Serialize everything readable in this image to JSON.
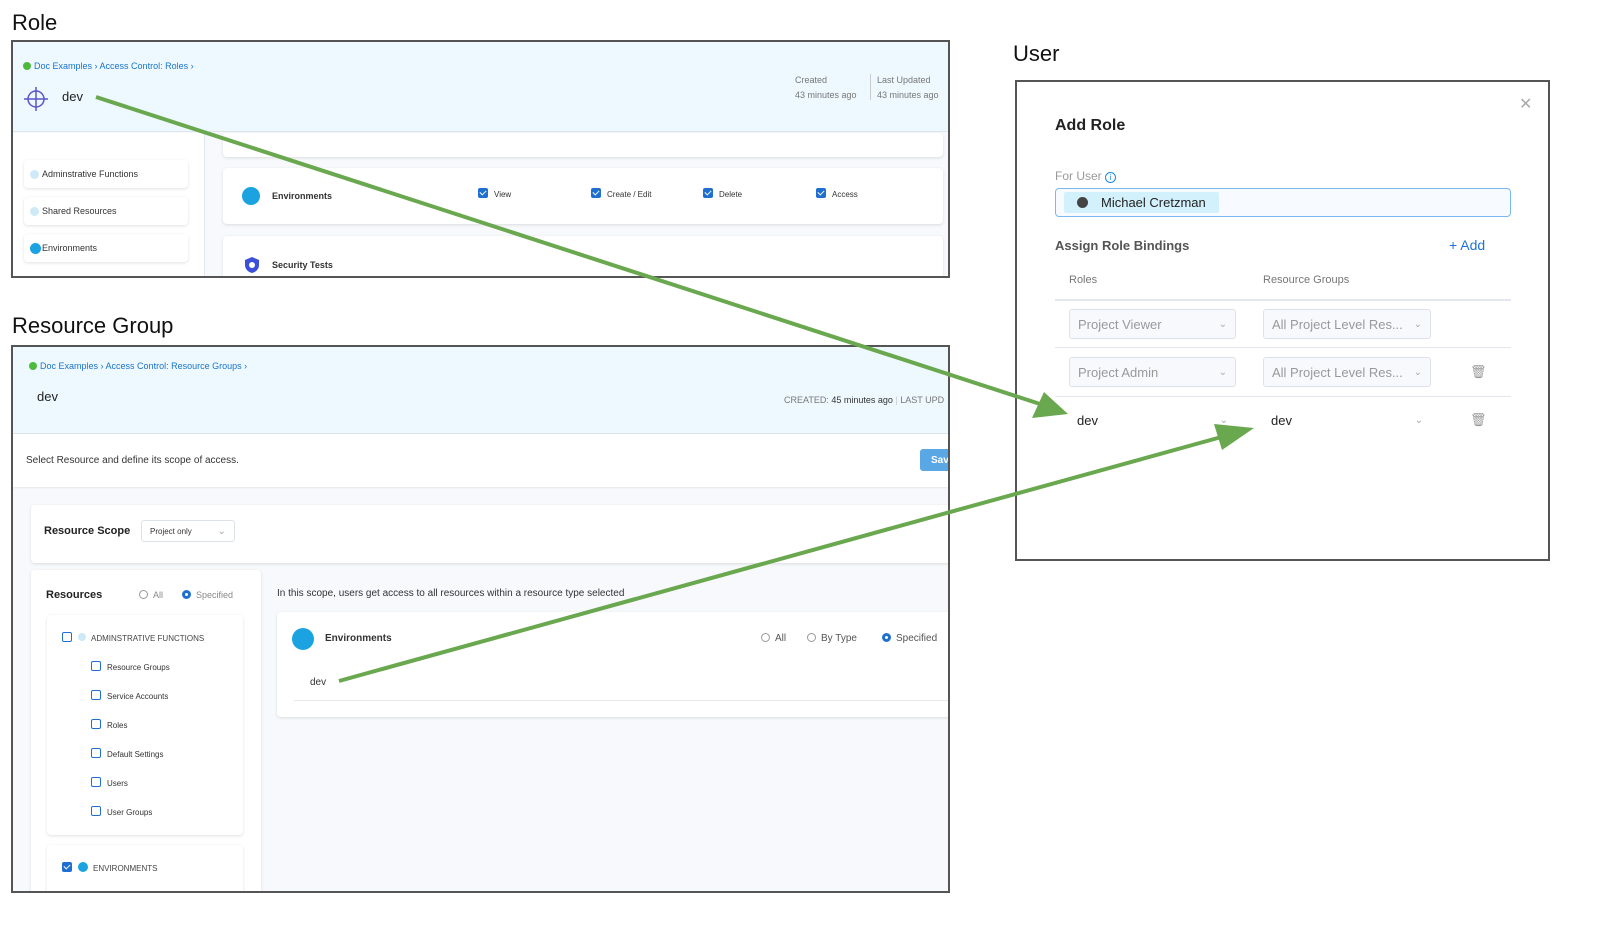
{
  "sections": {
    "role": "Role",
    "resource_group": "Resource Group",
    "user": "User"
  },
  "role": {
    "breadcrumb": [
      "Doc Examples",
      "Access Control: Roles"
    ],
    "name": "dev",
    "created_label": "Created",
    "created_value": "43 minutes ago",
    "updated_label": "Last Updated",
    "updated_value": "43 minutes ago",
    "sidebar": [
      "Adminstrative Functions",
      "Shared Resources",
      "Environments"
    ],
    "env_card": {
      "title": "Environments",
      "permissions": [
        {
          "label": "View",
          "checked": true
        },
        {
          "label": "Create / Edit",
          "checked": true
        },
        {
          "label": "Delete",
          "checked": true
        },
        {
          "label": "Access",
          "checked": true
        }
      ]
    },
    "security_card": {
      "title": "Security Tests"
    }
  },
  "resource_group": {
    "breadcrumb": [
      "Doc Examples",
      "Access Control: Resource Groups"
    ],
    "name": "dev",
    "created_label": "CREATED:",
    "created_value": "45 minutes ago",
    "updated_label": "LAST UPD",
    "instruction": "Select Resource and define its scope of access.",
    "save_label": "Sav",
    "scope_label": "Resource Scope",
    "scope_value": "Project only",
    "resources_label": "Resources",
    "radio_all": "All",
    "radio_specified": "Specified",
    "admin_group": "ADMINSTRATIVE FUNCTIONS",
    "admin_items": [
      "Resource Groups",
      "Service Accounts",
      "Roles",
      "Default Settings",
      "Users",
      "User Groups"
    ],
    "env_group": "ENVIRONMENTS",
    "scope_note": "In this scope, users get access to all resources within a resource type selected",
    "env_card": {
      "title": "Environments",
      "opt_all": "All",
      "opt_bytype": "By Type",
      "opt_specified": "Specified",
      "item": "dev"
    }
  },
  "add_role": {
    "title": "Add Role",
    "for_user_label": "For User",
    "user_chip": "Michael Cretzman",
    "bindings_label": "Assign Role Bindings",
    "add_label": "+ Add",
    "col_roles": "Roles",
    "col_groups": "Resource Groups",
    "rows": [
      {
        "role": "Project Viewer",
        "group": "All Project Level Res..."
      },
      {
        "role": "Project Admin",
        "group": "All Project Level Res..."
      },
      {
        "role": "dev",
        "group": "dev"
      }
    ]
  },
  "colors": {
    "arrow": "#6aa84f",
    "accent": "#1f6fd0",
    "header_bg": "#eef9ff"
  }
}
